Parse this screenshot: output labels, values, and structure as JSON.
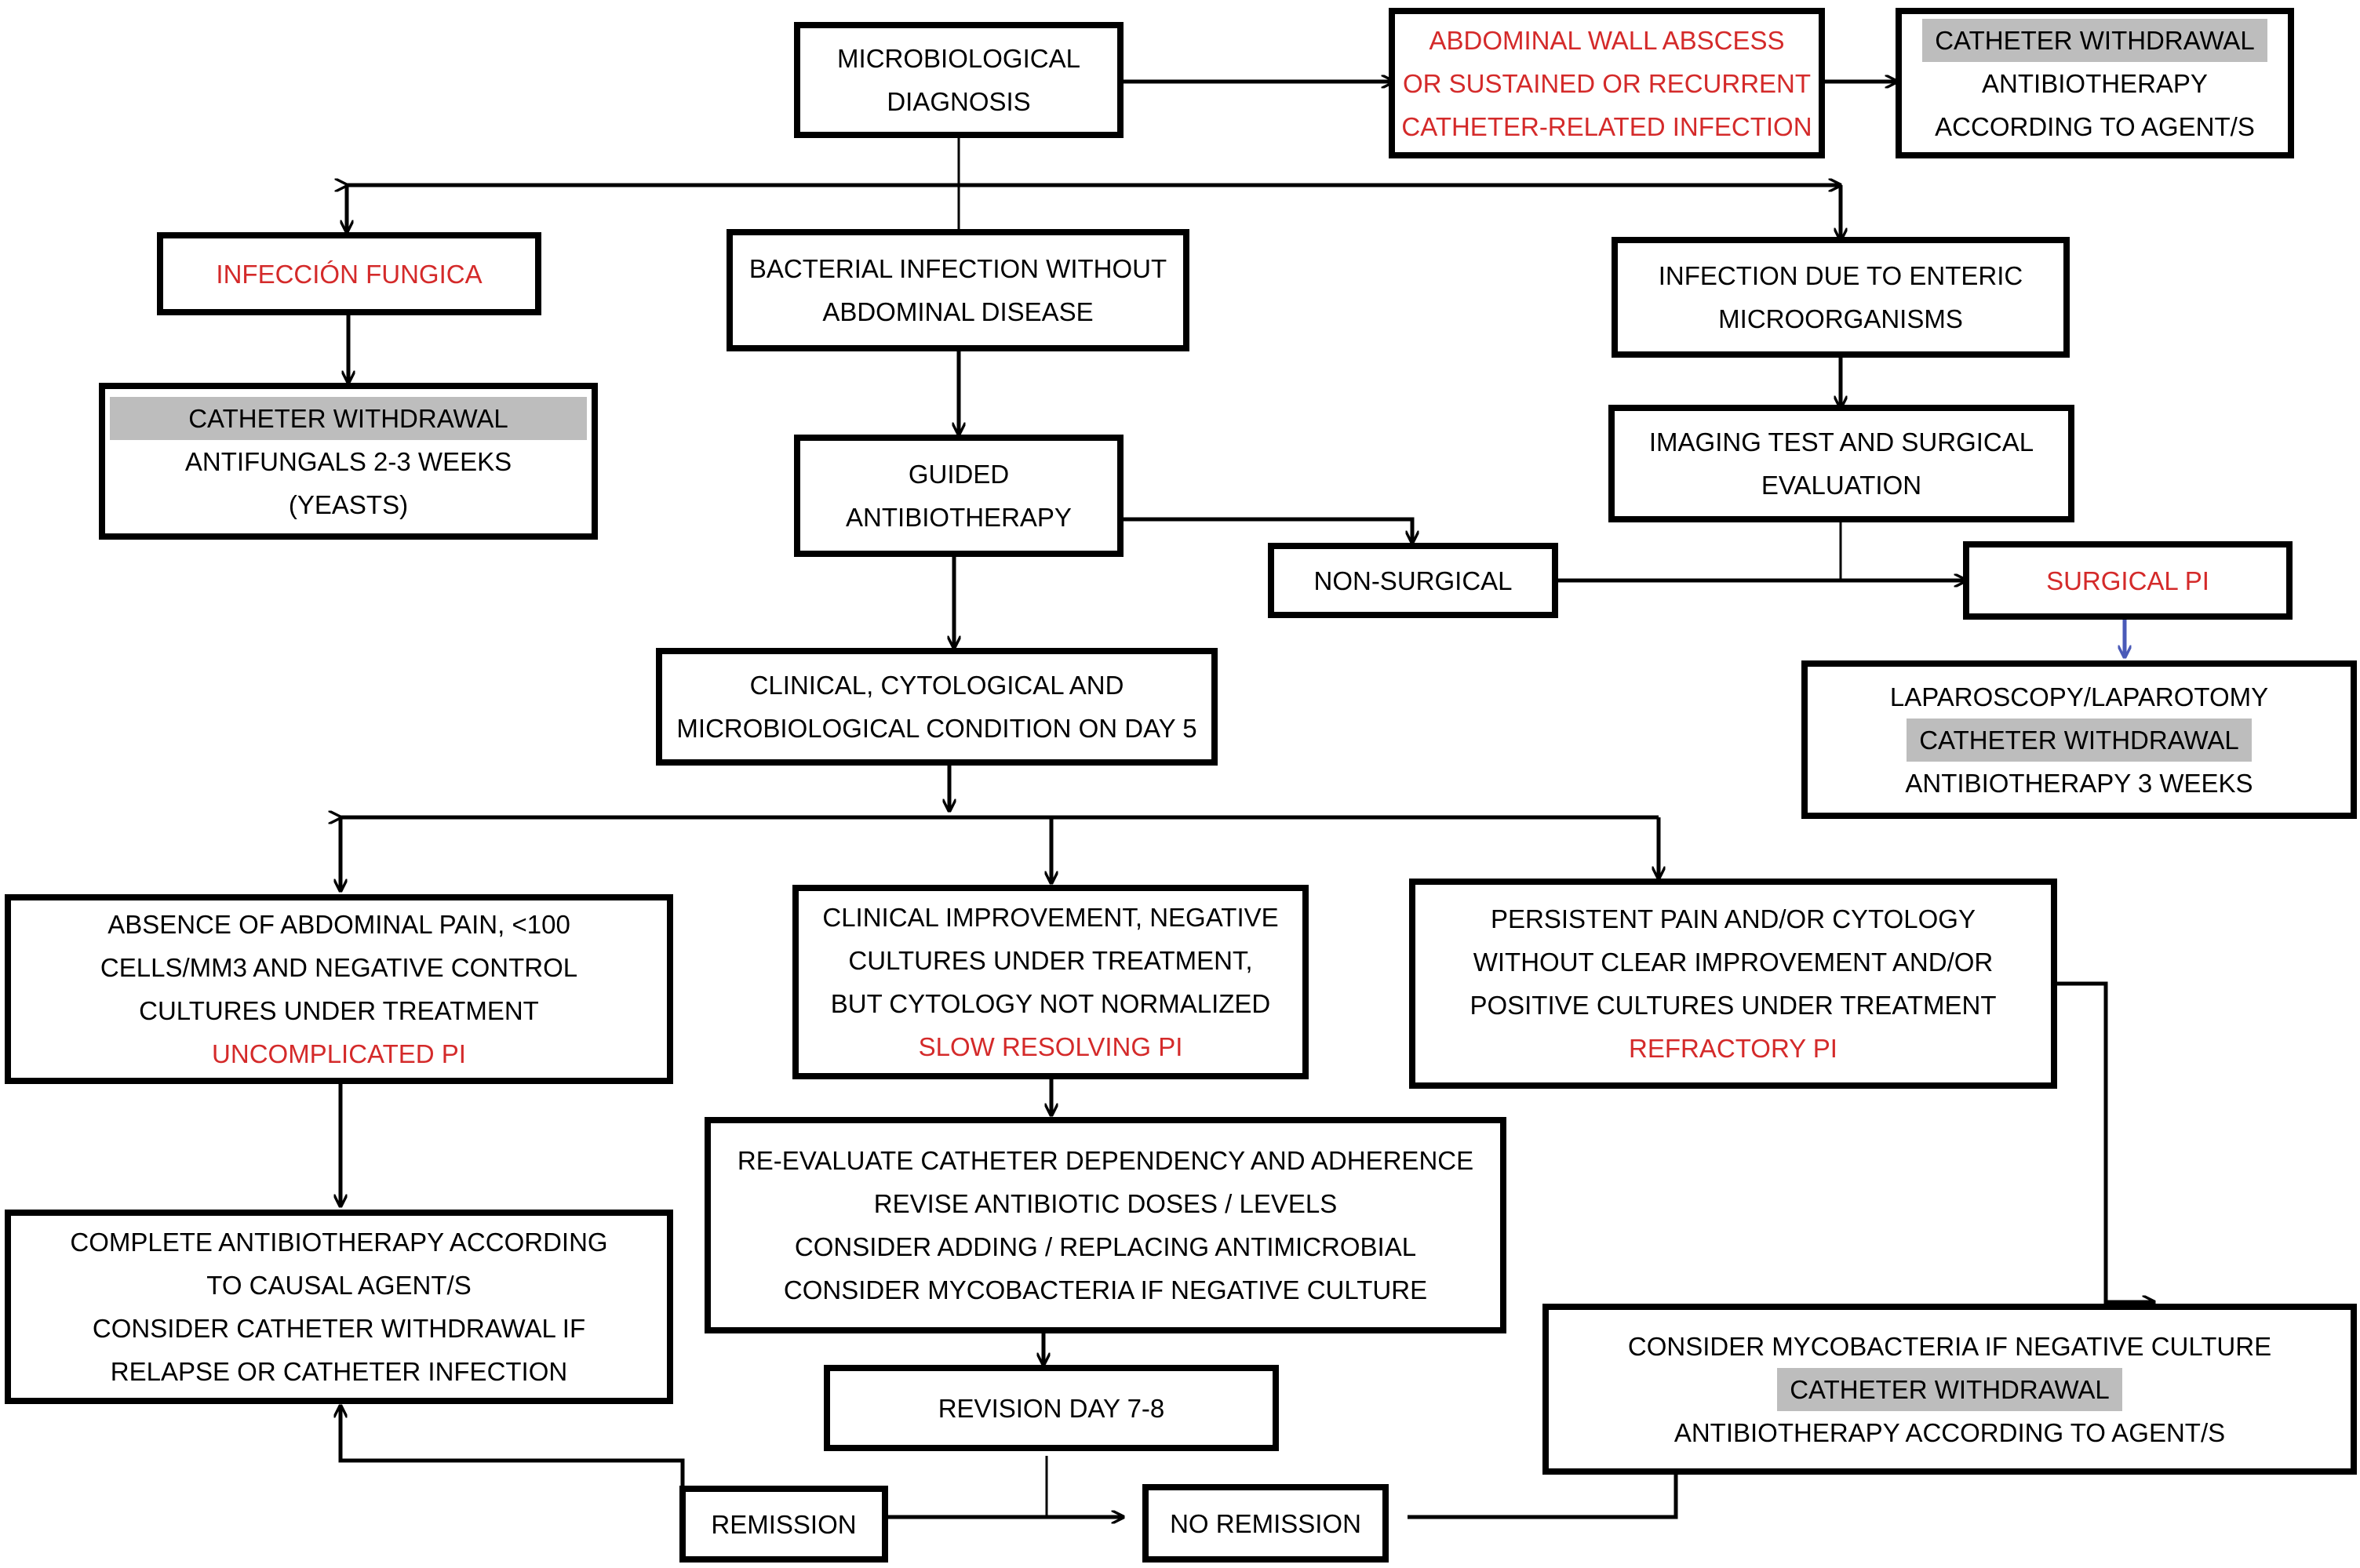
{
  "nodes": {
    "micro": [
      "MICROBIOLOGICAL",
      "DIAGNOSIS"
    ],
    "abscess": [
      "ABDOMINAL WALL ABSCESS",
      "OR SUSTAINED OR RECURRENT",
      "CATHETER-RELATED INFECTION"
    ],
    "cw_agent": [
      "CATHETER WITHDRAWAL",
      "ANTIBIOTHERAPY",
      "ACCORDING TO AGENT/S"
    ],
    "fungal": [
      "INFECCIÓN FUNGICA"
    ],
    "bacterial": [
      "BACTERIAL INFECTION WITHOUT",
      "ABDOMINAL DISEASE"
    ],
    "enteric": [
      "INFECTION DUE TO ENTERIC",
      "MICROORGANISMS"
    ],
    "cw_antifungal": [
      "CATHETER WITHDRAWAL",
      "ANTIFUNGALS 2-3 WEEKS",
      "(YEASTS)"
    ],
    "guided": [
      "GUIDED",
      "ANTIBIOTHERAPY"
    ],
    "imaging": [
      "IMAGING TEST AND SURGICAL",
      "EVALUATION"
    ],
    "nonsurgical": [
      "NON-SURGICAL"
    ],
    "surgical": [
      "SURGICAL PI"
    ],
    "laparo": [
      "LAPAROSCOPY/LAPAROTOMY",
      "CATHETER WITHDRAWAL",
      "ANTIBIOTHERAPY 3 WEEKS"
    ],
    "day5": [
      "CLINICAL, CYTOLOGICAL AND",
      "MICROBIOLOGICAL CONDITION ON DAY 5"
    ],
    "uncomplicated": [
      "ABSENCE OF ABDOMINAL PAIN, <100",
      "CELLS/MM3 AND NEGATIVE CONTROL",
      "CULTURES UNDER TREATMENT",
      "UNCOMPLICATED PI"
    ],
    "slow": [
      "CLINICAL IMPROVEMENT, NEGATIVE",
      "CULTURES UNDER TREATMENT,",
      "BUT CYTOLOGY NOT NORMALIZED",
      "SLOW RESOLVING PI"
    ],
    "refractory": [
      "PERSISTENT PAIN AND/OR CYTOLOGY",
      "WITHOUT CLEAR IMPROVEMENT AND/OR",
      "POSITIVE CULTURES UNDER TREATMENT",
      "REFRACTORY PI"
    ],
    "complete": [
      "COMPLETE ANTIBIOTHERAPY ACCORDING",
      "TO CAUSAL AGENT/S",
      "CONSIDER CATHETER WITHDRAWAL IF",
      "RELAPSE OR CATHETER INFECTION"
    ],
    "reevaluate": [
      "RE-EVALUATE CATHETER DEPENDENCY AND ADHERENCE",
      "REVISE ANTIBIOTIC DOSES / LEVELS",
      "CONSIDER ADDING / REPLACING ANTIMICROBIAL",
      "CONSIDER MYCOBACTERIA IF NEGATIVE CULTURE"
    ],
    "mycobacteria": [
      "CONSIDER MYCOBACTERIA IF NEGATIVE CULTURE",
      "CATHETER WITHDRAWAL",
      "ANTIBIOTHERAPY ACCORDING TO AGENT/S"
    ],
    "revision": [
      "REVISION DAY 7-8"
    ],
    "remission": [
      "REMISSION"
    ],
    "noremission": [
      "NO REMISSION"
    ]
  },
  "colors": {
    "line": "#000000",
    "red_text": "#d42a2a",
    "highlight": "#bdbdbd",
    "blue_arrow": "#4a5ab8"
  }
}
